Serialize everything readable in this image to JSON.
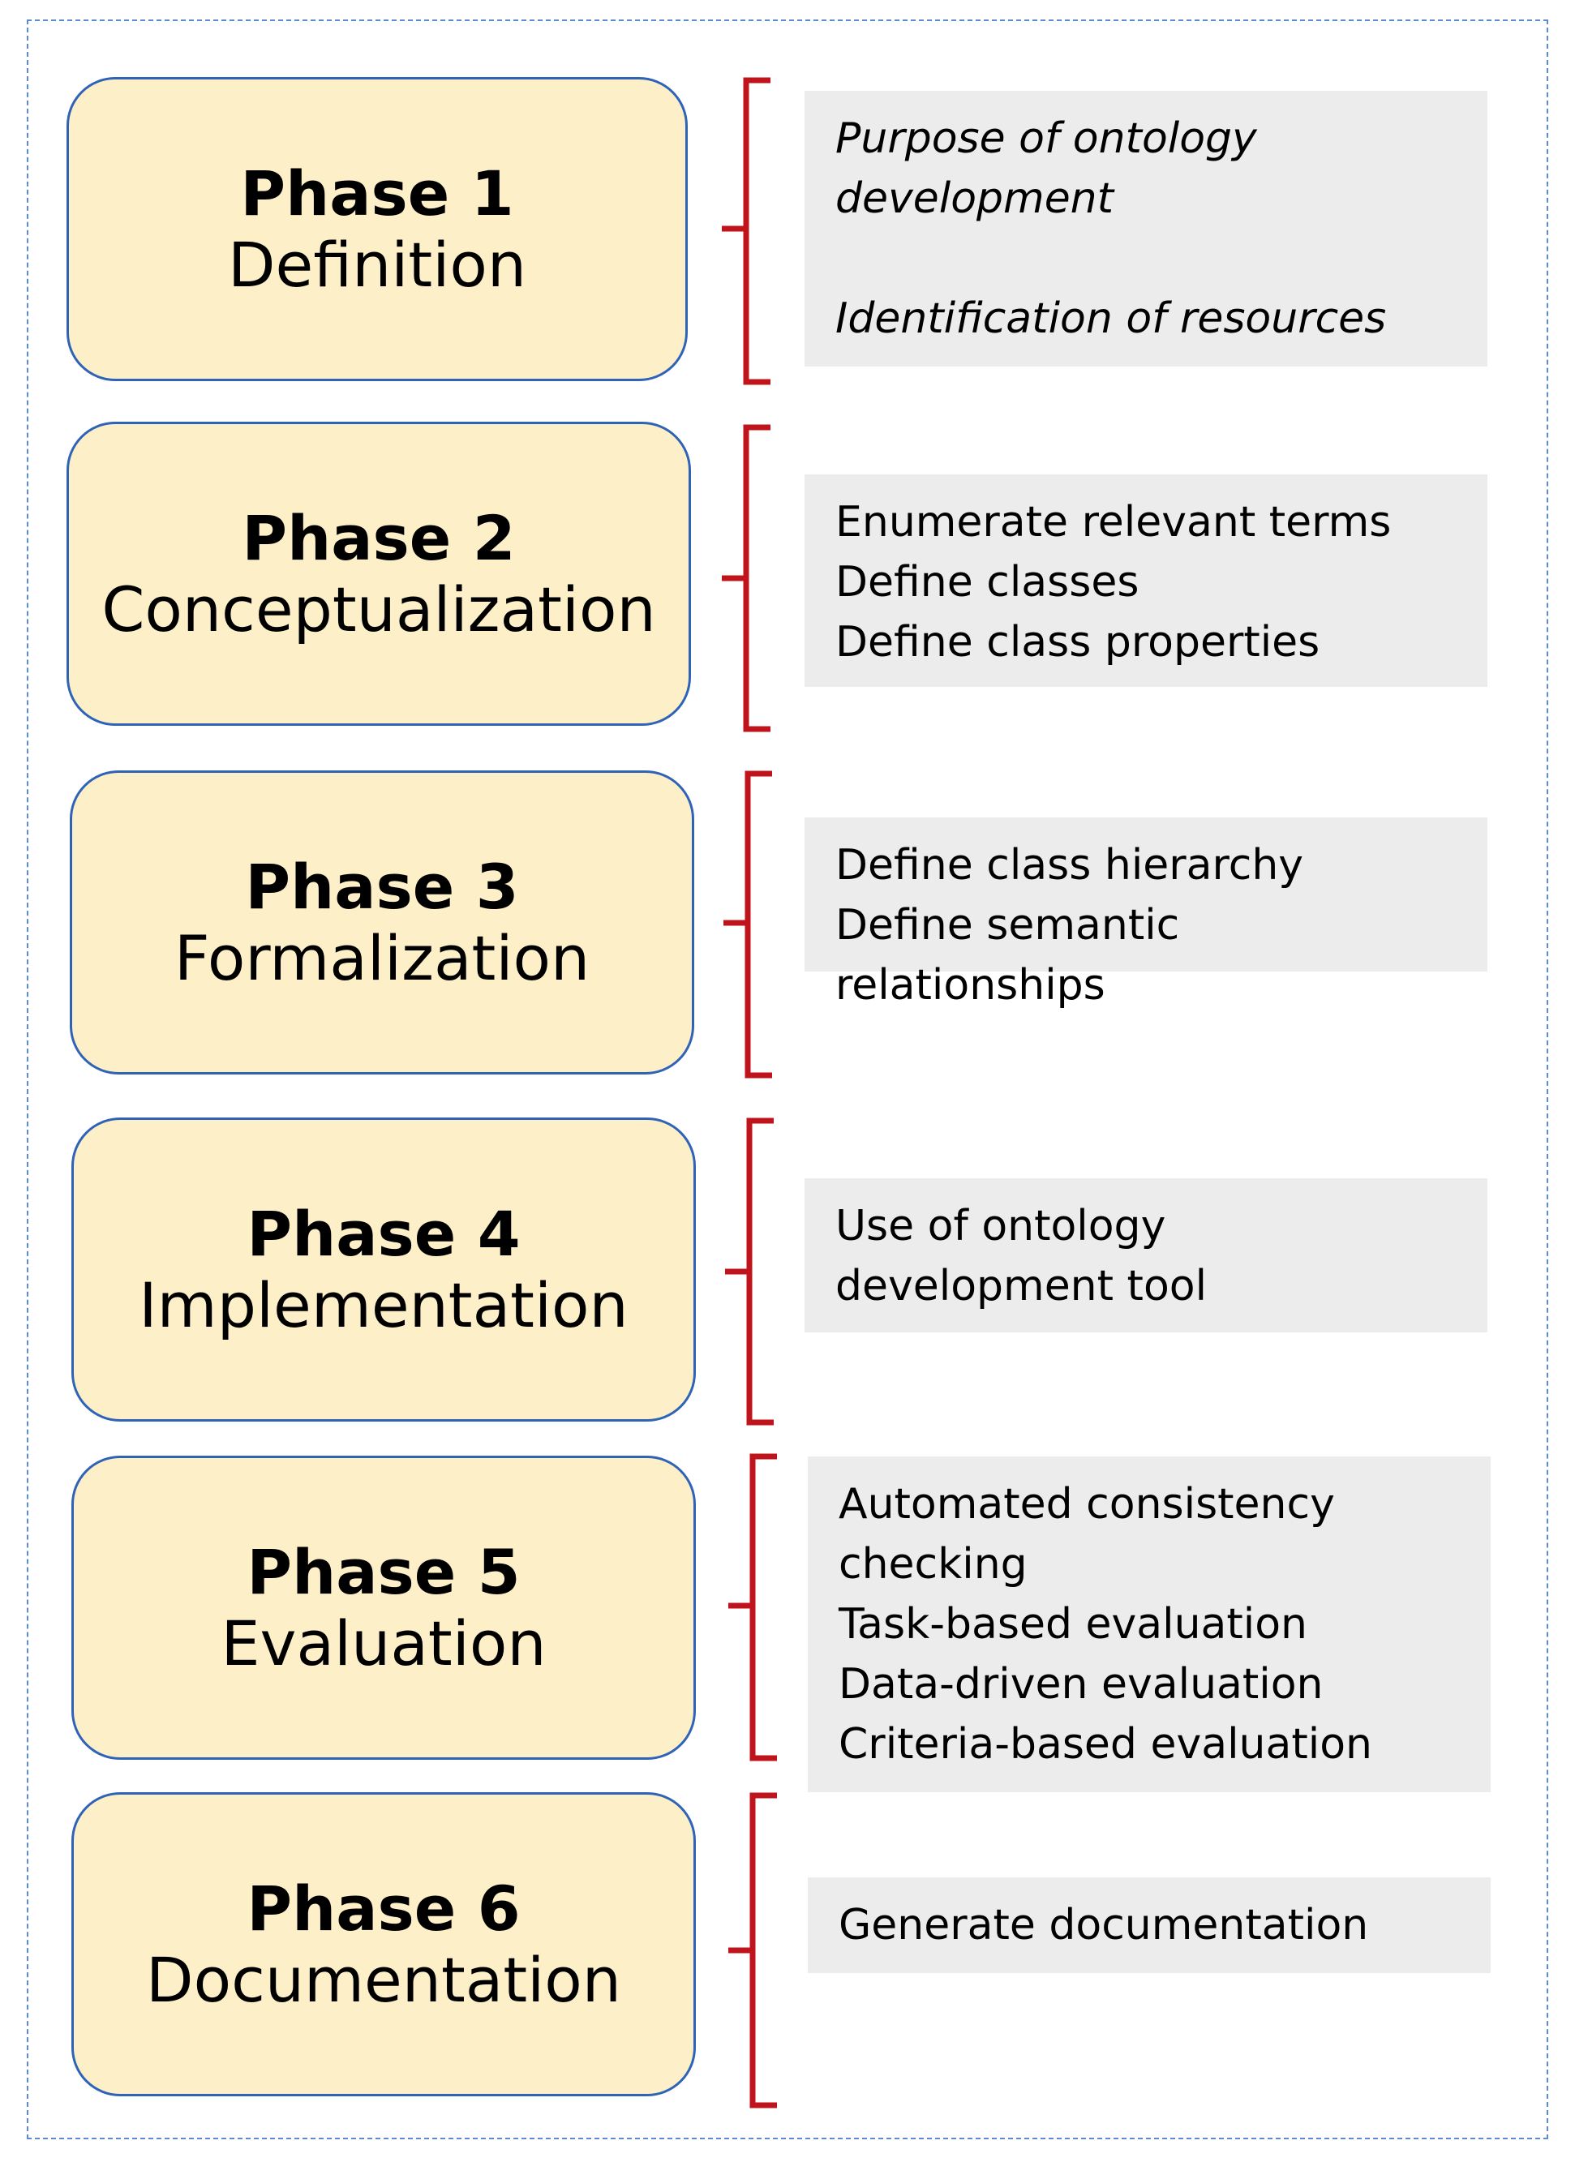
{
  "phases": [
    {
      "number": "Phase 1",
      "name": "Definition",
      "tasks": [
        "Purpose of ontology development",
        "Identification of resources"
      ]
    },
    {
      "number": "Phase 2",
      "name": "Conceptualization",
      "tasks": [
        "Enumerate relevant terms",
        "Define classes",
        "Define class properties"
      ]
    },
    {
      "number": "Phase 3",
      "name": "Formalization",
      "tasks": [
        "Define class hierarchy",
        "Define semantic relationships"
      ]
    },
    {
      "number": "Phase 4",
      "name": "Implementation",
      "tasks": [
        "Use of ontology development tool"
      ]
    },
    {
      "number": "Phase 5",
      "name": "Evaluation",
      "tasks": [
        "Automated consistency checking",
        "Task-based evaluation",
        "Data-driven evaluation",
        "Criteria-based evaluation"
      ]
    },
    {
      "number": "Phase 6",
      "name": "Documentation",
      "tasks": [
        "Generate documentation"
      ]
    }
  ],
  "colors": {
    "phase_fill": "#fdf0c8",
    "phase_border": "#2f63b8",
    "bracket": "#c0141c",
    "task_panel": "#ececec",
    "frame": "#5b8bd6"
  }
}
